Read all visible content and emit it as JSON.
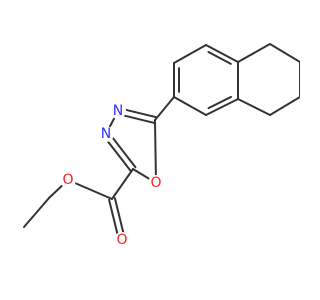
{
  "molecule": {
    "atom_labels": [
      {
        "id": "n3",
        "text": "N",
        "color": "#3333ff"
      },
      {
        "id": "n4",
        "text": "N",
        "color": "#3333ff"
      },
      {
        "id": "o1",
        "text": "O",
        "color": "#ff2020"
      },
      {
        "id": "o_carbonyl",
        "text": "O",
        "color": "#ff2020"
      },
      {
        "id": "o_ester",
        "text": "O",
        "color": "#ff2020"
      }
    ],
    "bond_color": "#333333"
  }
}
